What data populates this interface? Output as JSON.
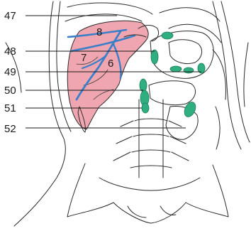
{
  "callouts": [
    {
      "id": "47",
      "label": "47"
    },
    {
      "id": "48",
      "label": "48"
    },
    {
      "id": "49",
      "label": "49"
    },
    {
      "id": "50",
      "label": "50"
    },
    {
      "id": "51",
      "label": "51"
    },
    {
      "id": "52",
      "label": "52"
    }
  ],
  "segments": [
    {
      "id": "8",
      "label": "8"
    },
    {
      "id": "7",
      "label": "7"
    },
    {
      "id": "6",
      "label": "6"
    }
  ],
  "colors": {
    "liver": "#f0a6b0",
    "vessel": "#3a7fc7",
    "node": "#2fae80",
    "outline": "#2a2a2a",
    "background": "#ffffff"
  }
}
